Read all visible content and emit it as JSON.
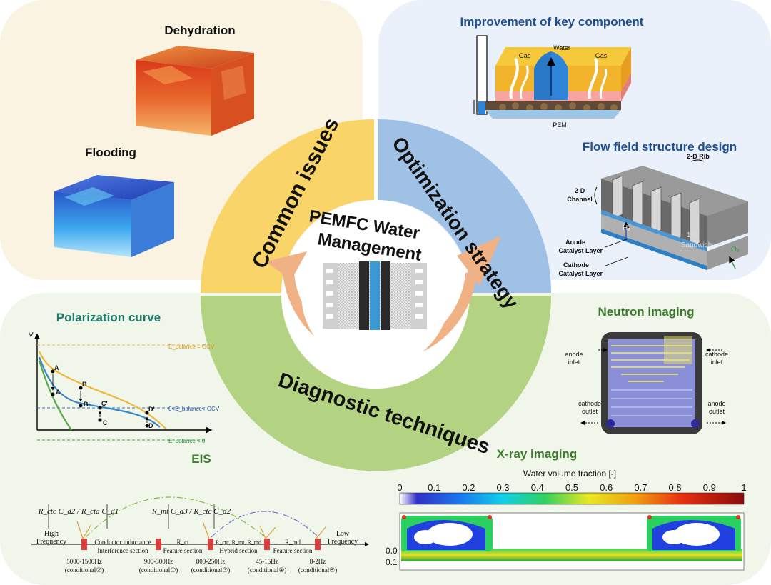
{
  "center": {
    "title_line1": "PEMFC Water",
    "title_line2": "Management",
    "ring_labels": {
      "common": "Common issues",
      "optimization": "Optimization strategy",
      "diagnostic": "Diagnostic techniques"
    }
  },
  "common_issues": {
    "dehydration": "Dehydration",
    "flooding": "Flooding"
  },
  "optimization": {
    "key_component": {
      "title": "Improvement of key component",
      "gas_left": "Gas",
      "water": "Water",
      "gas_right": "Gas",
      "pem": "PEM"
    },
    "flow_field": {
      "title": "Flow field structure design",
      "rib": "2-D Rib",
      "channel_line1": "2-D",
      "channel_line2": "Channel",
      "anode_line1": "Anode",
      "anode_line2": "Catalyst Layer",
      "cathode_line1": "Cathode",
      "cathode_line2": "Catalyst Layer",
      "h2": "H₂",
      "o2": "O₂",
      "sandwich_line1": "1-D",
      "sandwich_line2": "Sandwich"
    }
  },
  "diagnostics": {
    "polarization": {
      "title": "Polarization curve",
      "v": "V",
      "ocv_label": "E_balance = OCV",
      "mid_label": "0<E_balance< OCV",
      "zero_label": "E_balance < 0",
      "points": [
        "A",
        "A'",
        "B",
        "B'",
        "C'",
        "C",
        "D'",
        "D"
      ]
    },
    "neutron": {
      "title": "Neutron imaging",
      "anode_inlet_1": "anode",
      "anode_inlet_2": "inlet",
      "cathode_inlet_1": "cathode",
      "cathode_inlet_2": "inlet",
      "cathode_outlet_1": "cathode",
      "cathode_outlet_2": "outlet",
      "anode_outlet_1": "anode",
      "anode_outlet_2": "outlet"
    },
    "eis": {
      "title": "EIS",
      "high_freq_1": "High",
      "high_freq_2": "Frequency",
      "low_freq_1": "Low",
      "low_freq_2": "Frequency",
      "sec1_a": "Conductor inductance",
      "sec1_b": "Interference section",
      "sec2": "Feature section",
      "rct": "R_ct",
      "sec3_a": "R_ctc, R_mt, R_md",
      "sec3_b": "Hybrid section",
      "rmd": "R_md",
      "sec4": "Feature section",
      "bands": [
        {
          "range": "5000-1500Hz",
          "cond": "(conditional②)"
        },
        {
          "range": "900-300Hz",
          "cond": "(conditional①)"
        },
        {
          "range": "800-250Hz",
          "cond": "(conditional③)"
        },
        {
          "range": "45-15Hz",
          "cond": "(conditional④)"
        },
        {
          "range": "8-2Hz",
          "cond": "(conditional⑤)"
        }
      ]
    },
    "xray": {
      "title": "X-ray imaging",
      "colorbar_title": "Water volume fraction [-]",
      "ticks": [
        "0",
        "0.1",
        "0.2",
        "0.3",
        "0.4",
        "0.5",
        "0.6",
        "0.7",
        "0.8",
        "0.9",
        "1"
      ],
      "y_labels": [
        "0.0",
        "0.1"
      ]
    }
  }
}
